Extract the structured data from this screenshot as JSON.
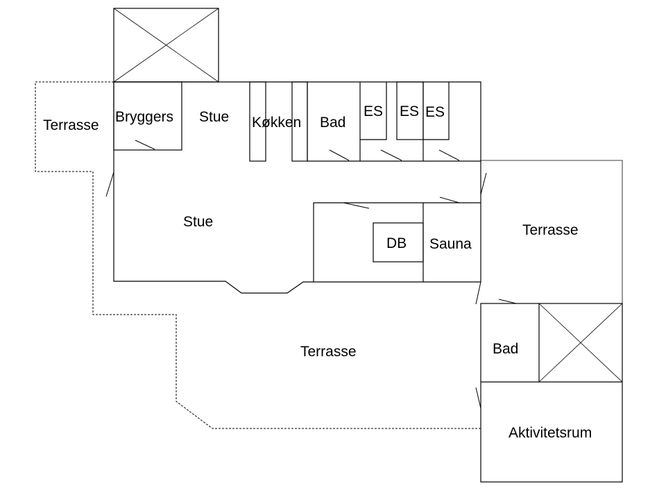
{
  "plan": {
    "labels": {
      "terrasse_west": "Terrasse",
      "bryggers": "Bryggers",
      "stue_top": "Stue",
      "kokken": "Køkken",
      "bad_top": "Bad",
      "es_1": "ES",
      "es_2": "ES",
      "es_3": "ES",
      "stue_main": "Stue",
      "db": "DB",
      "sauna": "Sauna",
      "terrasse_east": "Terrasse",
      "terrasse_south": "Terrasse",
      "bad_lower": "Bad",
      "aktivitetsrum": "Aktivitetsrum"
    }
  }
}
